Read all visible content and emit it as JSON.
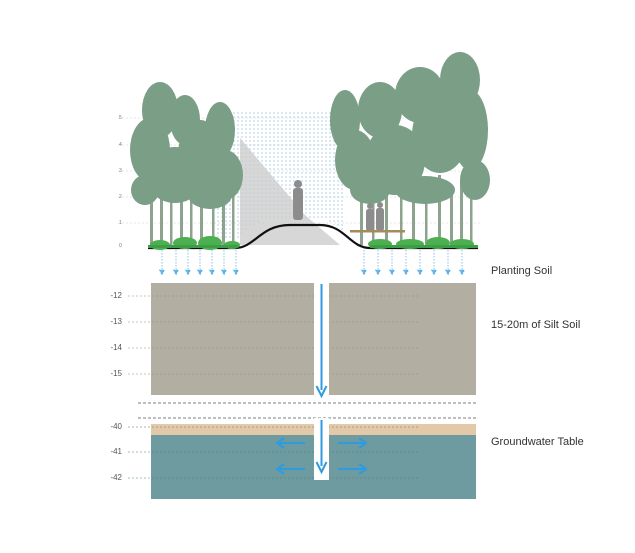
{
  "layers": {
    "planting_soil": "Planting Soil",
    "silt_soil": "15-20m of Silt Soil",
    "groundwater": "Groundwater Table"
  },
  "height_scale": [
    "5",
    "4",
    "3",
    "2",
    "1",
    "0"
  ],
  "depth_scale_upper": [
    "-12",
    "-13",
    "-14",
    "-15"
  ],
  "depth_scale_lower": [
    "-40",
    "-41",
    "-42"
  ],
  "colors": {
    "tree": "#7a9e86",
    "trunk": "#8ca38e",
    "grass": "#4caf50",
    "silt": "#b3aea2",
    "sand": "#e3c9a8",
    "water": "#6d9ba0",
    "arrow": "#2e9be0",
    "figure": "#8c8c8c"
  }
}
